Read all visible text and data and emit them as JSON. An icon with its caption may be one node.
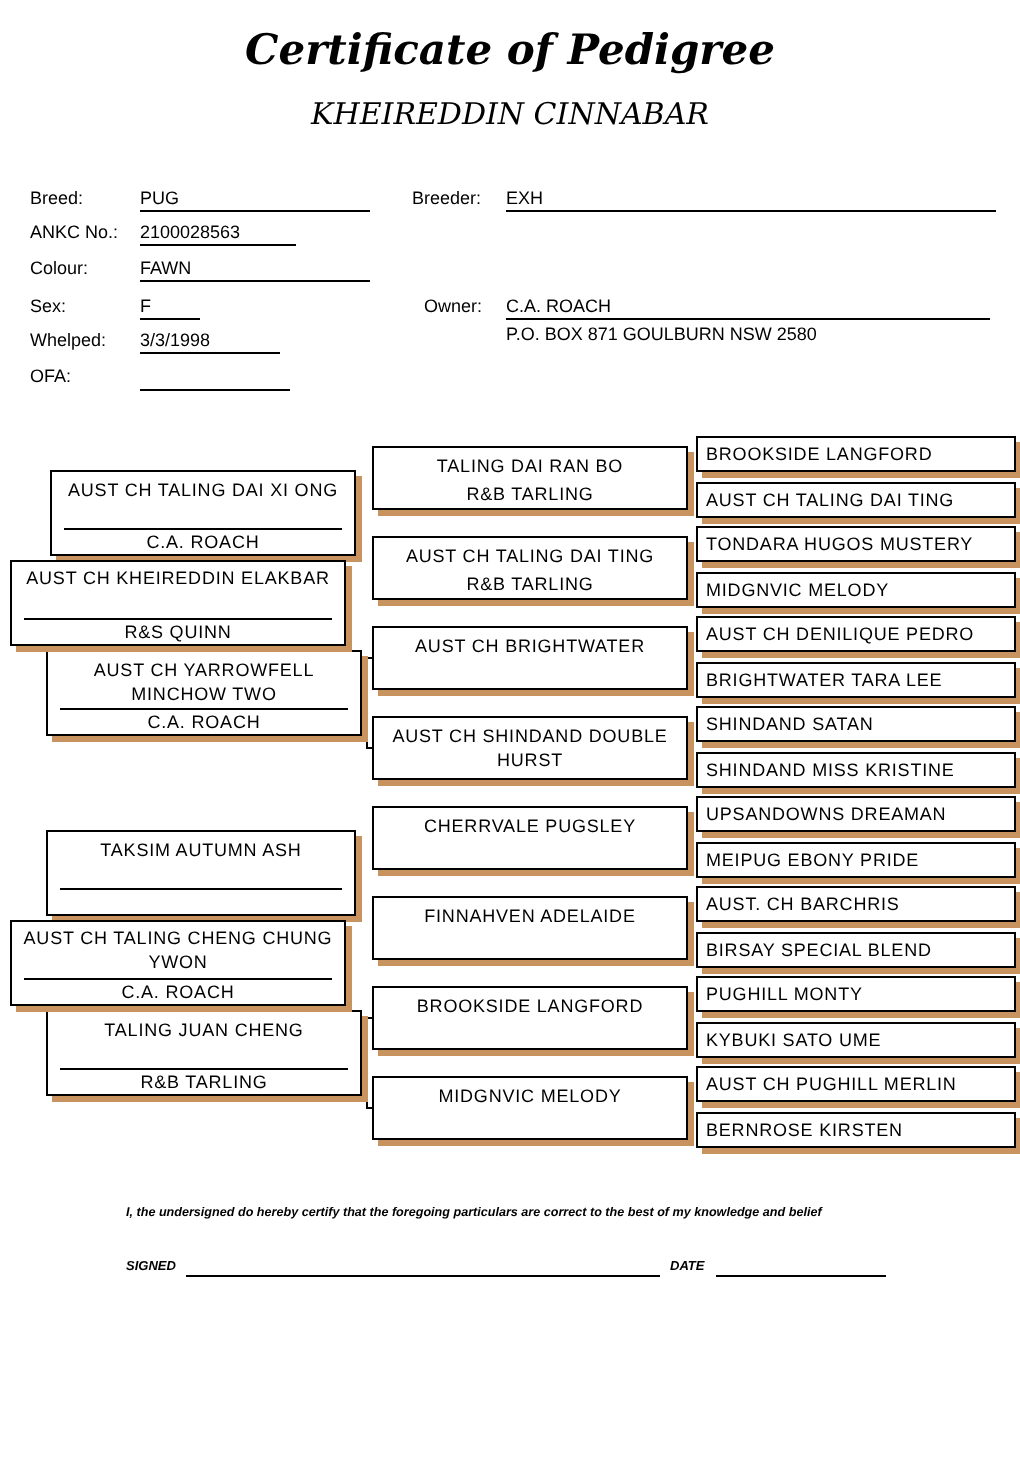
{
  "diagram": {
    "title": "Certificate of Pedigree",
    "nodes": [
      {
        "text": [
          "AUST CH TALING DAI XI ONG",
          "C.A. ROACH"
        ]
      },
      {
        "text": [
          "AUST CH KHEIREDDIN ELAKBAR",
          "R&S QUINN"
        ]
      },
      {
        "text": [
          "AUST CH YARROWFELL MINCHOW TWO",
          "C.A. ROACH"
        ]
      },
      {
        "text": [
          "TAKSIM AUTUMN ASH"
        ]
      },
      {
        "text": [
          "AUST CH TALING CHENG CHUNG YWON",
          "C.A. ROACH"
        ]
      },
      {
        "text": [
          "TALING JUAN CHENG",
          "R&B TARLING"
        ]
      },
      {
        "text": [
          "TALING DAI RAN BO",
          "R&B TARLING"
        ]
      },
      {
        "text": [
          "AUST CH TALING DAI TING",
          "R&B TARLING"
        ]
      },
      {
        "text": [
          "AUST CH BRIGHTWATER"
        ]
      },
      {
        "text": [
          "AUST CH SHINDAND DOUBLE HURST"
        ]
      },
      {
        "text": [
          "CHERRVALE PUGSLEY"
        ]
      },
      {
        "text": [
          "FINNAHVEN ADELAIDE"
        ]
      },
      {
        "text": [
          "BROOKSIDE LANGFORD"
        ]
      },
      {
        "text": [
          "MIDGNVIC MELODY"
        ]
      },
      {
        "text": [
          "BROOKSIDE LANGFORD"
        ]
      },
      {
        "text": [
          "AUST CH TALING DAI TING"
        ]
      },
      {
        "text": [
          "TONDARA HUGOS MUSTERY"
        ]
      },
      {
        "text": [
          "MIDGNVIC MELODY"
        ]
      },
      {
        "text": [
          "AUST CH DENILIQUE PEDRO"
        ]
      },
      {
        "text": [
          "BRIGHTWATER TARA LEE"
        ]
      },
      {
        "text": [
          "SHINDAND SATAN"
        ]
      },
      {
        "text": [
          "SHINDAND MISS KRISTINE"
        ]
      },
      {
        "text": [
          "UPSANDOWNS DREAMAN"
        ]
      },
      {
        "text": [
          "MEIPUG EBONY PRIDE"
        ]
      },
      {
        "text": [
          "AUST. CH BARCHRIS"
        ]
      },
      {
        "text": [
          "BIRSAY SPECIAL BLEND"
        ]
      },
      {
        "text": [
          "PUGHILL MONTY"
        ]
      },
      {
        "text": [
          "KYBUKI SATO UME"
        ]
      },
      {
        "text": [
          "AUST CH PUGHILL MERLIN"
        ]
      },
      {
        "text": [
          "BERNROSE KIRSTEN"
        ]
      }
    ],
    "edges": [
      {
        "from": 2,
        "to": 8,
        "arrow": "none"
      },
      {
        "from": 2,
        "to": 9,
        "arrow": "none"
      },
      {
        "from": 5,
        "to": 12,
        "arrow": "none"
      },
      {
        "from": 5,
        "to": 13,
        "arrow": "none"
      }
    ],
    "labels": [
      "KHEIREDDIN CINNABAR",
      "Breed:",
      "PUG",
      "Breeder:",
      "EXH",
      "ANKC No.:",
      "2100028563",
      "Colour:",
      "FAWN",
      "Sex:",
      "F",
      "Owner:",
      "C.A. ROACH",
      "Whelped:",
      "3/3/1998",
      "P.O. BOX 871 GOULBURN NSW 2580",
      "OFA:",
      "I, the undersigned do hereby certify that the foregoing particulars are correct to the best of my knowledge and belief",
      "SIGNED",
      "DATE"
    ]
  }
}
